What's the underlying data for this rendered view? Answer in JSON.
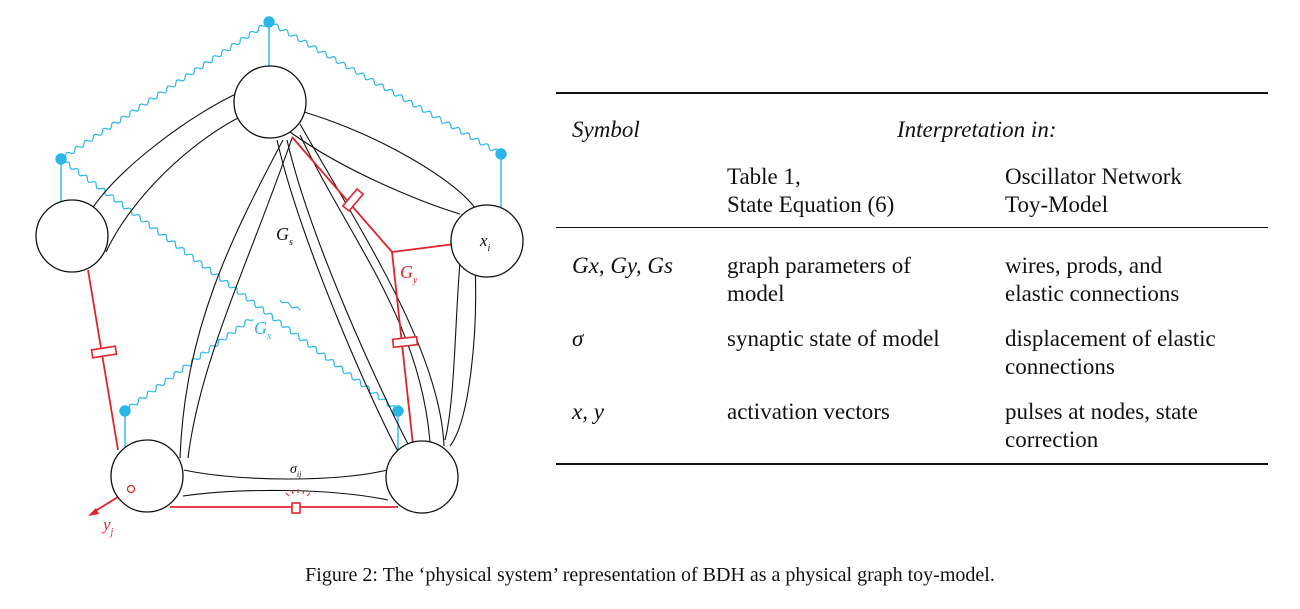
{
  "diagram": {
    "labels": {
      "g_s": "G",
      "g_s_sub": "s",
      "g_y": "G",
      "g_y_sub": "y",
      "g_x": "G",
      "g_x_sub": "x",
      "x_i": "x",
      "x_i_sub": "i",
      "y_j": "y",
      "y_j_sub": "j",
      "sigma_ij": "σ",
      "sigma_ij_sub": "ij"
    },
    "colors": {
      "black": "#111111",
      "red": "#e0242c",
      "cyan": "#2bb7e6"
    }
  },
  "table": {
    "header": {
      "symbol": "Symbol",
      "interpretation": "Interpretation in:",
      "col2_line1": "Table 1,",
      "col2_line2": "State Equation (6)",
      "col3_line1": "Oscillator Network",
      "col3_line2": "Toy-Model"
    },
    "rows": [
      {
        "symbol": "Gx, Gy, Gs",
        "col2": [
          "graph parameters of",
          "model"
        ],
        "col3": [
          "wires, prods, and",
          "elastic connections"
        ]
      },
      {
        "symbol": "σ",
        "col2": [
          "synaptic state of model"
        ],
        "col3": [
          "displacement of elastic",
          "connections"
        ]
      },
      {
        "symbol": "x, y",
        "col2": [
          "activation vectors"
        ],
        "col3": [
          "pulses at nodes, state",
          "correction"
        ]
      }
    ]
  },
  "caption": "Figure 2: The ‘physical system’ representation of BDH as a physical graph toy-model."
}
